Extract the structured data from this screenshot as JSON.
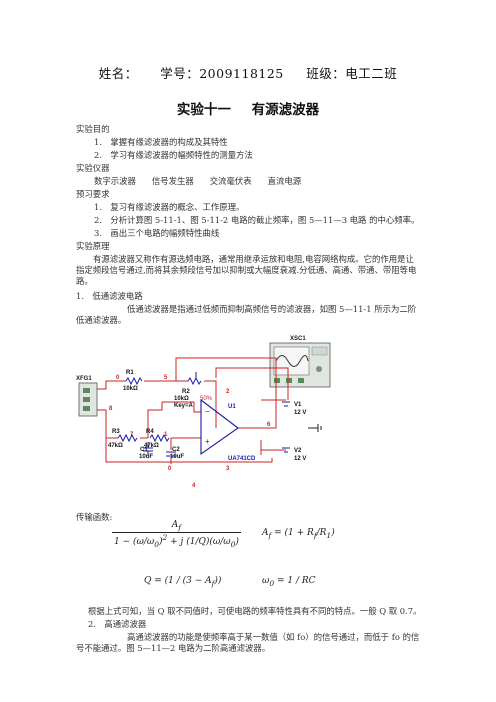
{
  "header": {
    "name_label": "姓名：",
    "id_label": "学号：",
    "id_value": "2009118125",
    "class_label": "班级：",
    "class_value": "电工二班"
  },
  "title": {
    "number": "实验十一",
    "topic": "有源滤波器"
  },
  "purpose": {
    "heading": "实验目的",
    "items": [
      "1.　掌握有缘滤波器的构成及其特性",
      "2.　学习有缘滤波器的幅频特性的测量方法"
    ]
  },
  "instruments": {
    "heading": "实验仪器",
    "list": [
      "数字示波器",
      "信号发生器",
      "交流毫伏表",
      "直流电源"
    ]
  },
  "preview": {
    "heading": "预习要求",
    "items": [
      "1.　复习有缘滤波器的概念、工作原理。",
      "2.　分析计算图 5-11-1、图 5-11-2 电路的截止频率，图 5—11—3 电路 的中心频率。",
      "3.　画出三个电路的幅频特性曲线"
    ]
  },
  "principle": {
    "heading": "实验原理",
    "paragraph": "有源滤波器又称作有源选频电路，通常用继承运放和电阻,电容网络构成。它的作用是让指定频段信号通过,而将其余频段信号加以抑制或大幅度衰减.分低通、高通、带通、带阻等电路。",
    "lowpass_heading": "1.　低通滤波电路",
    "lowpass_text": "低通滤波器是指通过低频而抑制高频信号的滤波器，如图 5—11-1 所示为二阶低通滤波器。"
  },
  "circuit": {
    "xsc": "XSC1",
    "xfg": "XFG1",
    "r1": "R1",
    "r1_val": "10kΩ",
    "r2": "R2",
    "r2_val": "10kΩ",
    "r2_key": "Key=A",
    "r2_pct": "50%",
    "r3": "R3",
    "r3_val": "47kΩ",
    "r4": "R4",
    "r4_val": "47kΩ",
    "c1": "C1",
    "c1_val": "10uF",
    "c2": "C2",
    "c2_val": "10uF",
    "u1": "U1",
    "u1_part": "UA741CD",
    "v1": "V1",
    "v1_val": "12 V",
    "v2": "V2",
    "v2_val": "12 V",
    "nodes": [
      "0",
      "5",
      "2",
      "6",
      "8",
      "7",
      "1",
      "4",
      "3",
      "0"
    ]
  },
  "transfer": {
    "heading": "传输函数:",
    "explain": "根据上式可知，当 Q 取不同值时，可使电路的频率特性具有不同的特点。一般 Q 取 0.7。"
  },
  "highpass": {
    "heading": "2.　高通滤波器",
    "text": "高通滤波器的功能是使频率高于某一数值（如 fo）的信号通过，而低于 fo 的信号不能通过。图 5—11—2 电路为二阶高通滤波器。"
  },
  "colors": {
    "wire": "#cc2222",
    "part": "#1a1aa6",
    "label": "#333333"
  }
}
